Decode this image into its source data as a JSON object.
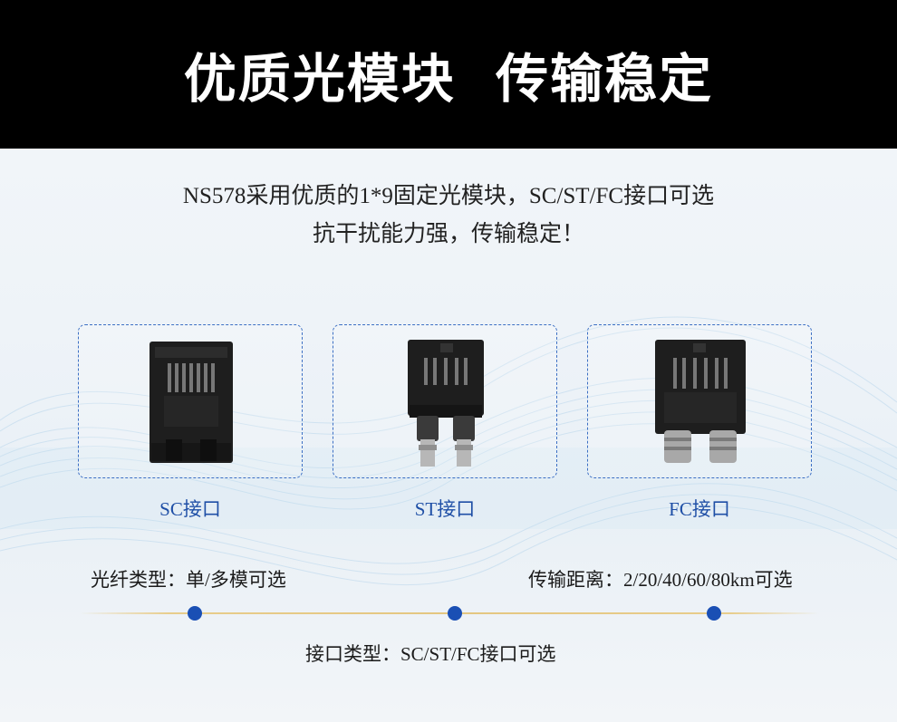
{
  "header": {
    "title": "优质光模块  传输稳定"
  },
  "intro": {
    "line1": "NS578采用优质的1*9固定光模块，SC/ST/FC接口可选",
    "line2": "抗干扰能力强，传输稳定！"
  },
  "modules": [
    {
      "label": "SC接口"
    },
    {
      "label": "ST接口"
    },
    {
      "label": "FC接口"
    }
  ],
  "specs": {
    "fiber_type": "光纤类型：单/多模可选",
    "distance": "传输距离：2/20/40/60/80km可选",
    "interface": "接口类型：SC/ST/FC接口可选"
  },
  "colors": {
    "accent": "#1a4fb4",
    "caption": "#1f4fa6",
    "header_bg": "#000000",
    "line": "#e4c680"
  }
}
